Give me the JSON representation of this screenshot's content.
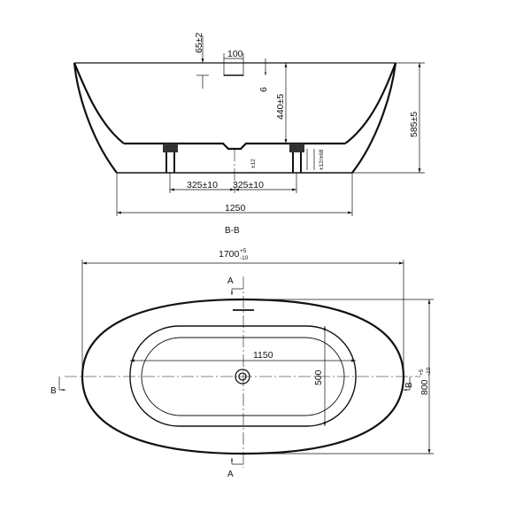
{
  "section_view": {
    "label": "B-B",
    "dims": {
      "rim_offset": "65±2",
      "waste_width": "100",
      "waste_depth": "6",
      "inner_depth": "440±5",
      "total_height": "585±5",
      "foot_left": "325±10",
      "foot_right": "325±10",
      "base_width": "1250",
      "foot_adj_left": "±12",
      "foot_adj_right": "±12/±68"
    }
  },
  "plan_view": {
    "overall_length": "1700",
    "overall_length_tol_upper": "+5",
    "overall_length_tol_lower": "-10",
    "inner_length": "1150",
    "inner_width": "500",
    "overall_width": "800",
    "overall_width_tol_upper": "+5",
    "overall_width_tol_lower": "-10",
    "section_a_top": "A",
    "section_a_bottom": "A",
    "section_b_left": "B",
    "section_b_right": "B"
  }
}
